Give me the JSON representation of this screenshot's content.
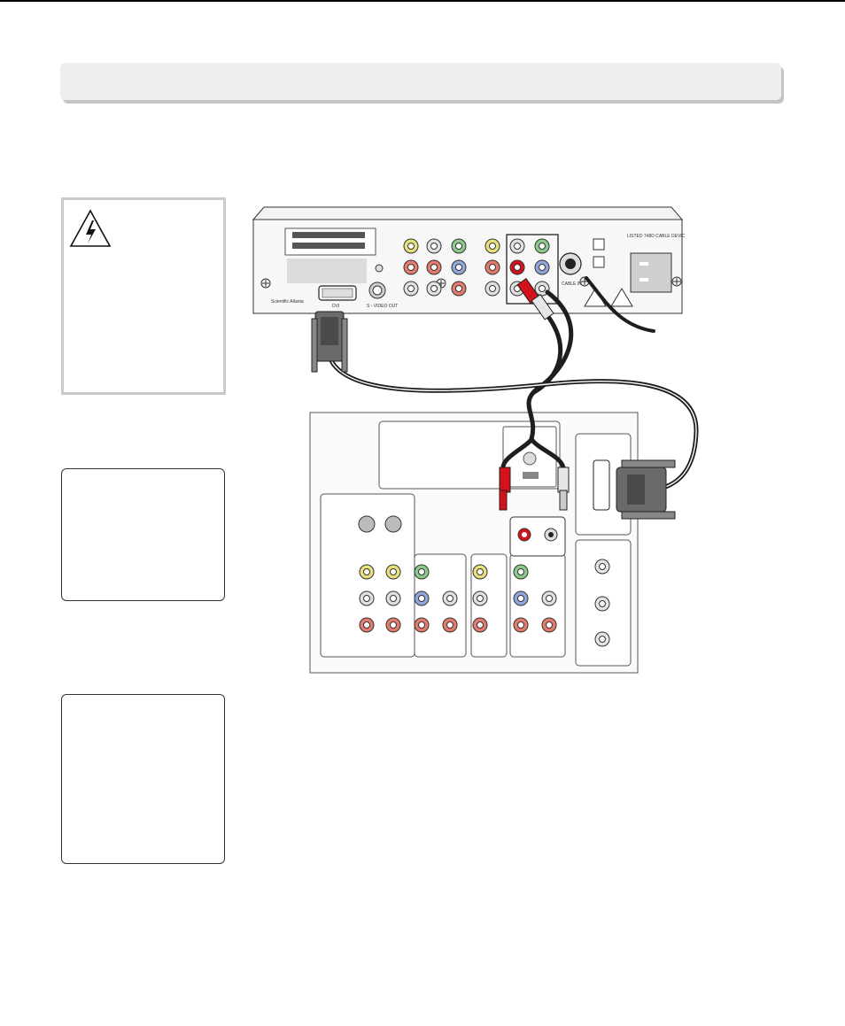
{
  "header": {
    "title": ""
  },
  "warning_box": {
    "icon": "lightning-warning-icon",
    "text": ""
  },
  "note_boxes": [
    {
      "text": ""
    },
    {
      "text": ""
    }
  ],
  "diagram": {
    "settop_labels": {
      "dvi": "DVI",
      "svideo_out": "S - VIDEO\nOUT",
      "cable_in": "CABLE\nIN",
      "brand": "Scientific\nAtlanta",
      "listed": "LISTED 748D\nCABLE DEVIC"
    },
    "colors": {
      "cable_black": "#1e1e1e",
      "jack_yellow": "#e8e07a",
      "jack_red": "#e47a6e",
      "jack_green": "#8cc98a",
      "jack_blue": "#8fa8d8",
      "jack_white": "#e0e0e0",
      "plug_red": "#d4121b"
    }
  }
}
